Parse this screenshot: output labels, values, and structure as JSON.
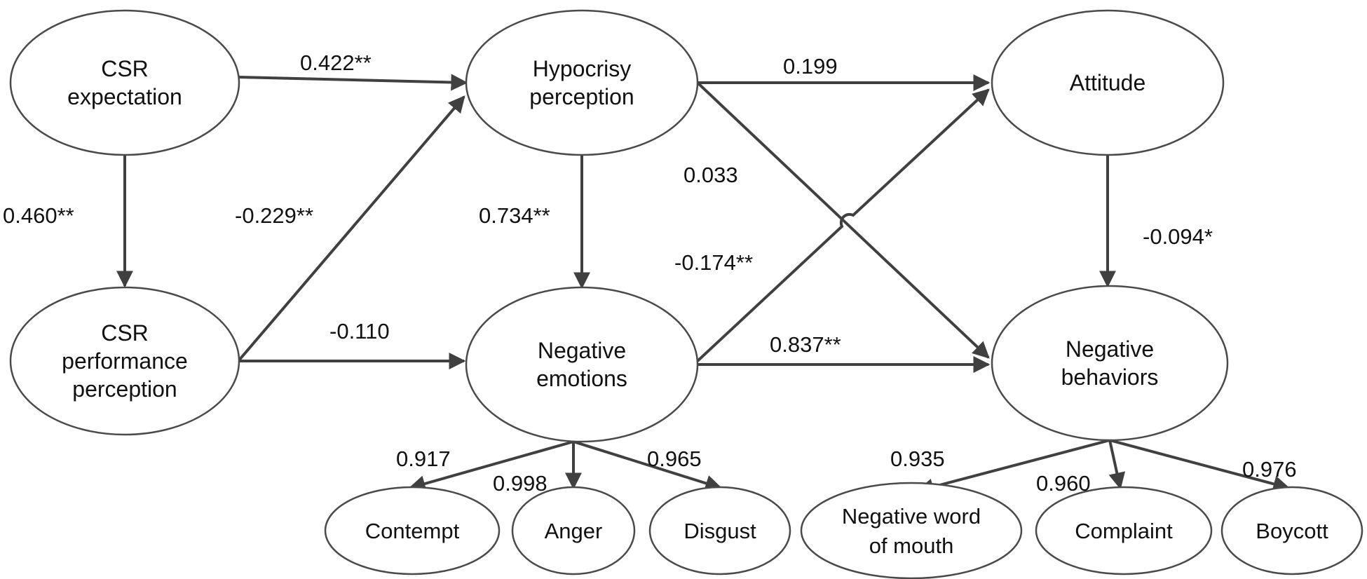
{
  "nodes": {
    "csr_expectation": [
      "CSR",
      "expectation"
    ],
    "csr_performance": [
      "CSR",
      "performance",
      "perception"
    ],
    "hypocrisy": [
      "Hypocrisy",
      "perception"
    ],
    "negative_emotions": [
      "Negative",
      "emotions"
    ],
    "attitude": [
      "Attitude"
    ],
    "negative_behaviors": [
      "Negative",
      "behaviors"
    ],
    "contempt": [
      "Contempt"
    ],
    "anger": [
      "Anger"
    ],
    "disgust": [
      "Disgust"
    ],
    "negative_wom": [
      "Negative word",
      "of mouth"
    ],
    "complaint": [
      "Complaint"
    ],
    "boycott": [
      "Boycott"
    ]
  },
  "paths": {
    "exp_to_hyp": "0.422**",
    "exp_to_perf": "0.460**",
    "perf_to_hyp": "-0.229**",
    "perf_to_emo": "-0.110",
    "hyp_to_att": "0.199",
    "hyp_to_beh": "0.033",
    "hyp_to_emo": "0.734**",
    "emo_to_att": "-0.174**",
    "emo_to_beh": "0.837**",
    "att_to_beh": "-0.094*",
    "emo_to_contempt": "0.917",
    "emo_to_anger": "0.998",
    "emo_to_disgust": "0.965",
    "beh_to_wom": "0.935",
    "beh_to_complaint": "0.960",
    "beh_to_boycott": "0.976"
  },
  "colors": {
    "stroke": "#404040",
    "text": "#111111"
  }
}
